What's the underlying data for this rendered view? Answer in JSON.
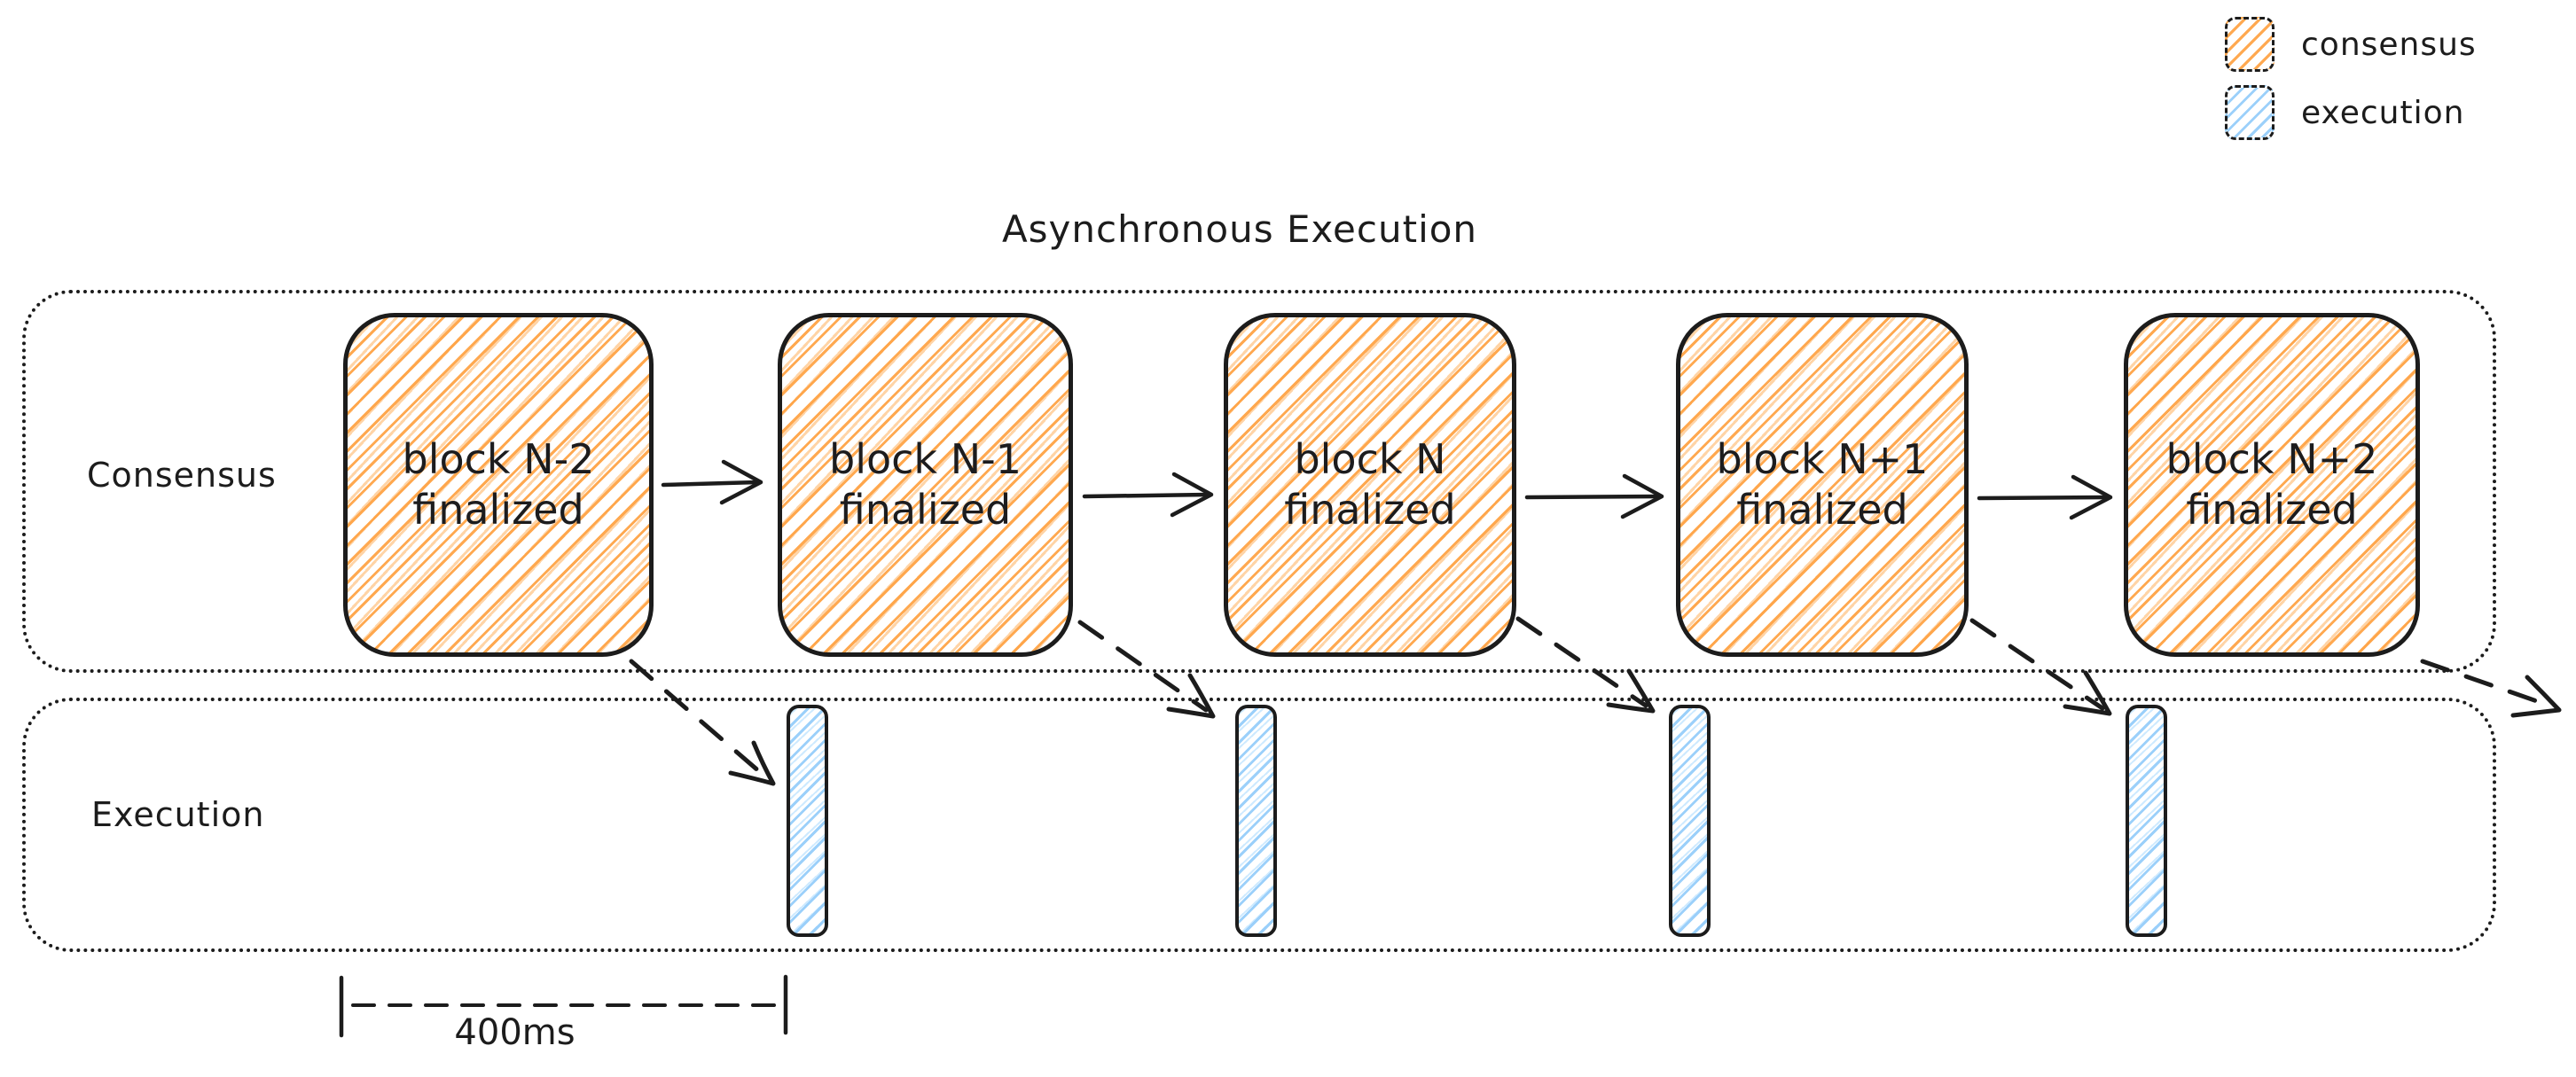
{
  "title": "Asynchronous Execution",
  "legend": {
    "items": [
      {
        "label": "consensus",
        "color": "#ffa94d"
      },
      {
        "label": "execution",
        "color": "#a5d8ff"
      }
    ]
  },
  "lanes": {
    "consensus": {
      "label": "Consensus",
      "blocks": [
        {
          "line1": "block N-2",
          "line2": "finalized"
        },
        {
          "line1": "block N-1",
          "line2": "finalized"
        },
        {
          "line1": "block N",
          "line2": "finalized"
        },
        {
          "line1": "block N+1",
          "line2": "finalized"
        },
        {
          "line1": "block N+2",
          "line2": "finalized"
        }
      ]
    },
    "execution": {
      "label": "Execution",
      "bars": [
        {
          "name": "execution-slot-1"
        },
        {
          "name": "execution-slot-2"
        },
        {
          "name": "execution-slot-3"
        },
        {
          "name": "execution-slot-4"
        }
      ]
    }
  },
  "arrows": {
    "consensus_chain": "each finalized block points to the next finalized block",
    "block_to_execution": "each finalized block points (dashed) to the execution slot of the next round"
  },
  "measure": {
    "label": "400ms"
  },
  "colors": {
    "stroke": "#1c1c1c",
    "consensus_hatch": "#ffa94d",
    "execution_hatch": "#a5d8ff",
    "background": "#ffffff"
  }
}
